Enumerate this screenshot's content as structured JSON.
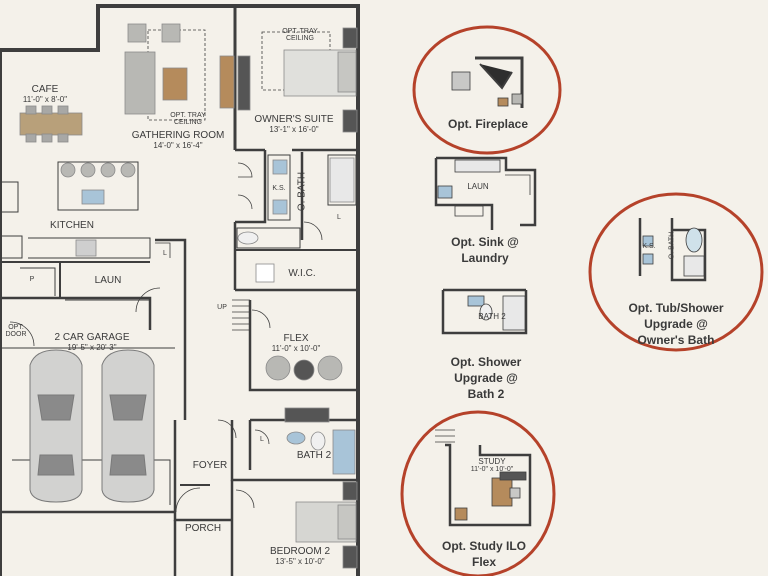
{
  "rooms": {
    "cafe": {
      "name": "CAFE",
      "dim": "11'-0\" x 8'-0\""
    },
    "gathering": {
      "name": "GATHERING ROOM",
      "dim": "14'-0\" x 16'-4\""
    },
    "gathering_ceiling": "OPT. TRAY CEILING",
    "owners_ceiling": "OPT. TRAY CEILING",
    "owners": {
      "name": "OWNER'S SUITE",
      "dim": "13'-1\" x 16'-0\""
    },
    "kitchen": "KITCHEN",
    "ks": "K.S.",
    "obath": "O. BATH",
    "wic": "W.I.C.",
    "laun": "LAUN",
    "pantry": "P",
    "linen": "L",
    "opt_door": "OPT. DOOR",
    "garage": {
      "name": "2 CAR GARAGE",
      "dim": "19'-5\" x 20'-3\""
    },
    "up": "UP",
    "flex": {
      "name": "FLEX",
      "dim": "11'-0\" x 10'-0\""
    },
    "foyer": "FOYER",
    "bath2": "BATH 2",
    "porch": "PORCH",
    "bedroom2": {
      "name": "BEDROOM 2",
      "dim": "13'-5\" x 10'-0\""
    }
  },
  "options": {
    "fireplace": "Opt. Fireplace",
    "sink": [
      "Opt. Sink @",
      "Laundry"
    ],
    "sink_laun": "LAUN",
    "tub": [
      "Opt. Tub/Shower",
      "Upgrade @",
      "Owner's Bath"
    ],
    "tub_ks": "K.S.",
    "tub_obath": "O. BATH",
    "shower": [
      "Opt. Shower",
      "Upgrade @",
      "Bath 2"
    ],
    "shower_bath2": "BATH 2",
    "study": [
      "Opt. Study ILO",
      "Flex"
    ],
    "study_room": {
      "name": "STUDY",
      "dim": "11'-0\" x 10'-0\""
    }
  },
  "colors": {
    "wall": "#3e3e3e",
    "highlight_ring": "#b5422a",
    "background": "#f4f1ea"
  }
}
